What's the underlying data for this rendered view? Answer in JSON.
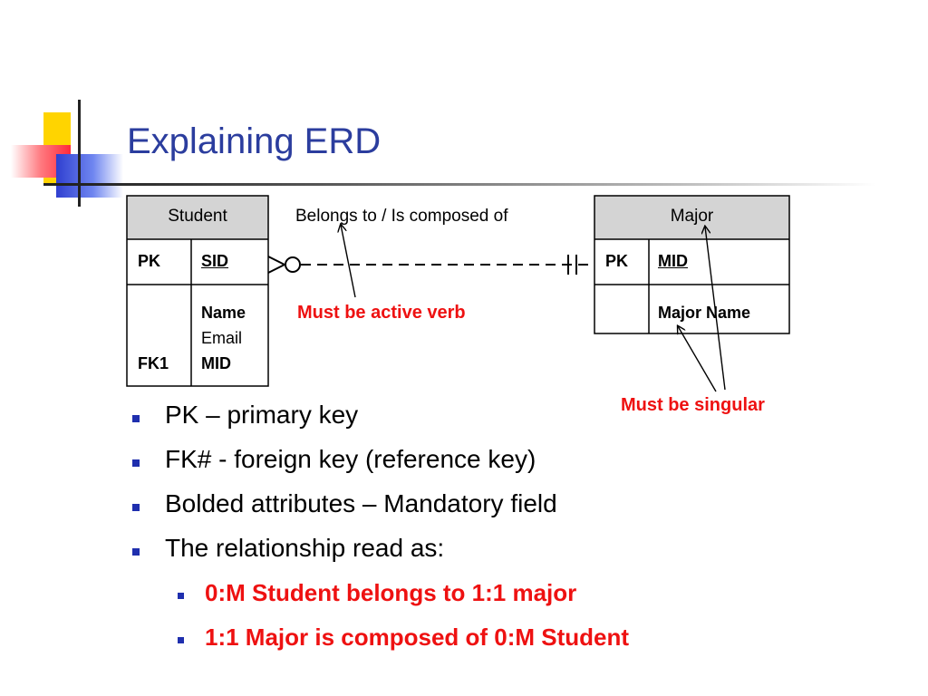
{
  "slide": {
    "title": "Explaining ERD"
  },
  "student": {
    "header": "Student",
    "pk_label": "PK",
    "pk_field": "SID",
    "fk_label": "FK1",
    "attr_name": "Name",
    "attr_email": "Email",
    "attr_mid": "MID"
  },
  "major": {
    "header": "Major",
    "pk_label": "PK",
    "pk_field": "MID",
    "attr_major_name": "Major Name"
  },
  "relationship": {
    "label": "Belongs to / Is composed of"
  },
  "notes": {
    "active_verb": "Must be active verb",
    "singular": "Must be singular"
  },
  "bullets": [
    "PK – primary key",
    "FK# - foreign key (reference key)",
    "Bolded attributes – Mandatory field",
    "The relationship read as:"
  ],
  "sub_bullets": [
    "0:M Student belongs to 1:1 major",
    "1:1 Major is composed of 0:M Student"
  ],
  "colors": {
    "title": "#2b3d9e",
    "note": "#ee1111",
    "header_fill": "#d4d4d4",
    "bullet_marker": "#1f2fae"
  },
  "icons": [
    "logo-decoration",
    "crow-foot-zero-many-icon",
    "one-and-only-one-icon",
    "bullet-square-icon"
  ]
}
